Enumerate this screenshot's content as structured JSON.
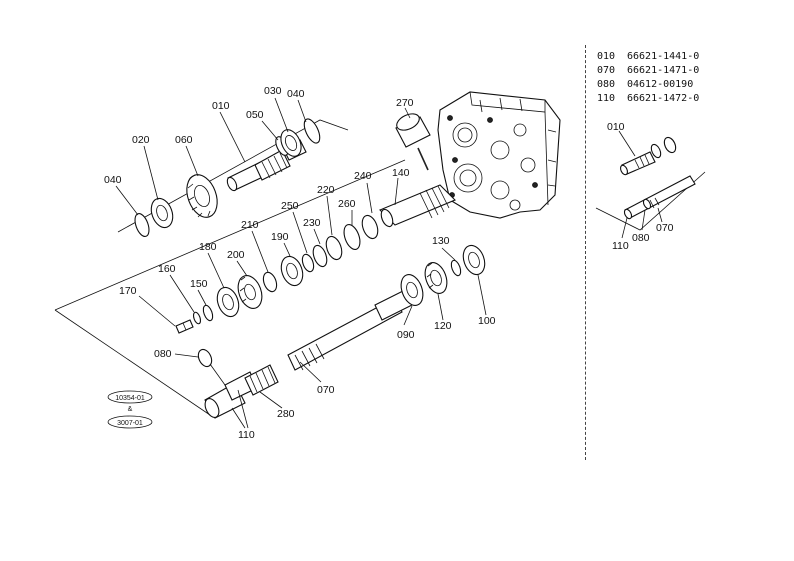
{
  "callouts": {
    "c010": "010",
    "c020": "020",
    "c030": "030",
    "c040a": "040",
    "c040b": "040",
    "c050": "050",
    "c060": "060",
    "c070": "070",
    "c080": "080",
    "c090": "090",
    "c100": "100",
    "c110": "110",
    "c120": "120",
    "c130": "130",
    "c140": "140",
    "c150": "150",
    "c160": "160",
    "c170": "170",
    "c180": "180",
    "c190": "190",
    "c200": "200",
    "c210": "210",
    "c220": "220",
    "c230": "230",
    "c240": "240",
    "c250": "250",
    "c260": "260",
    "c270": "270",
    "c280": "280"
  },
  "reference_codes": {
    "top": "10354-01",
    "mid": "&",
    "bottom": "3007-01"
  },
  "parts_list": [
    {
      "key": "010",
      "number": "66621-1441-0"
    },
    {
      "key": "070",
      "number": "66621-1471-0"
    },
    {
      "key": "080",
      "number": "04612-00190"
    },
    {
      "key": "110",
      "number": "66621-1472-0"
    }
  ],
  "inset": {
    "c010": "010",
    "c070": "070",
    "c080": "080",
    "c110": "110"
  },
  "colors": {
    "ink": "#111111",
    "paper": "#ffffff"
  }
}
